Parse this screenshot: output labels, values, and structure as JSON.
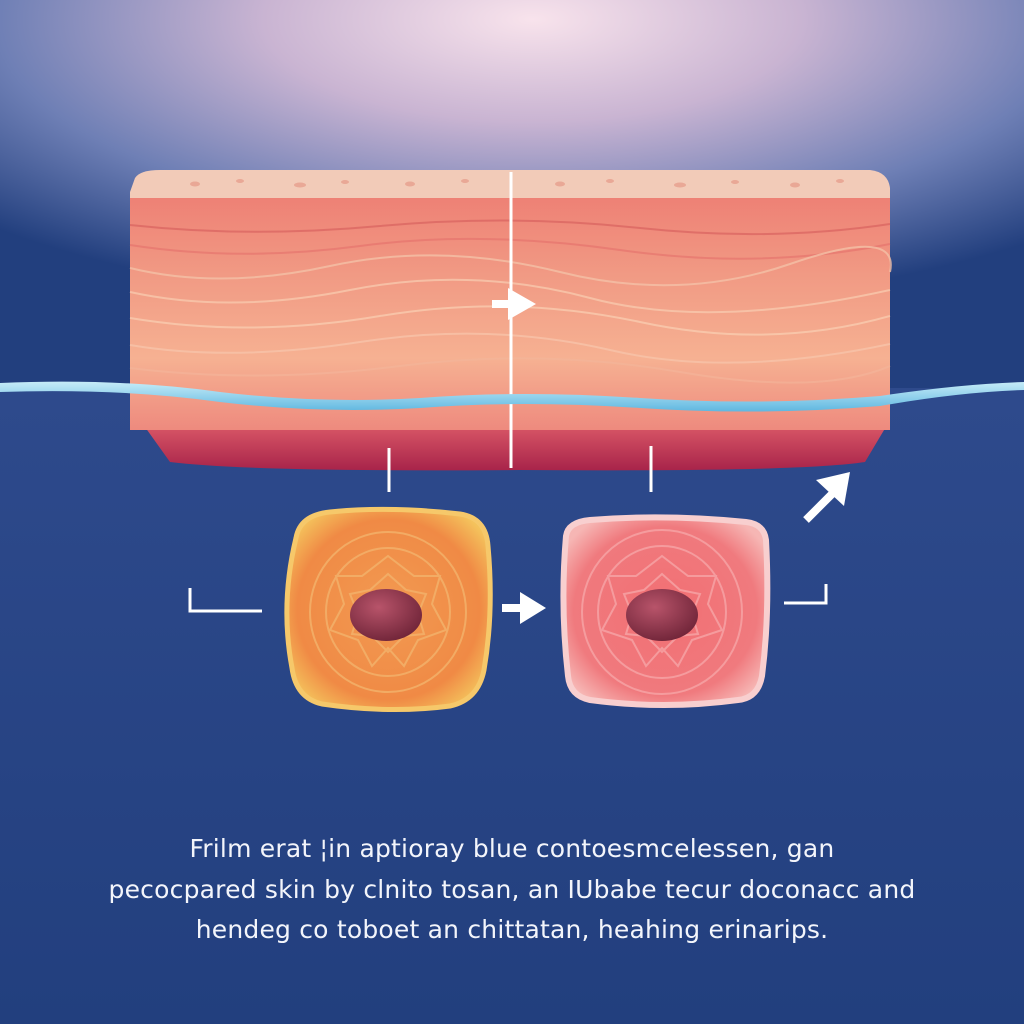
{
  "diagram": {
    "caption": {
      "line_1": "Frilm erat ¦in aptioray blue  contoesmcelessen, gan",
      "line_2": "pecocpared skin by clnito tosan, an IUbabe tecur doconacc and",
      "line_3": "hendeg co toboet an chittatan, heahing erinarips."
    },
    "colors": {
      "background_top": "#f4dde9",
      "background_bottom": "#223f7e",
      "skin_surface": "#f2cbb8",
      "skin_tissue": "#eb8a7a",
      "wound_layer": "#c23855",
      "blue_film": "#8fd0ec",
      "cell_before": "#f1a44e",
      "cell_after": "#f27e82",
      "arrow": "#ffffff"
    }
  }
}
